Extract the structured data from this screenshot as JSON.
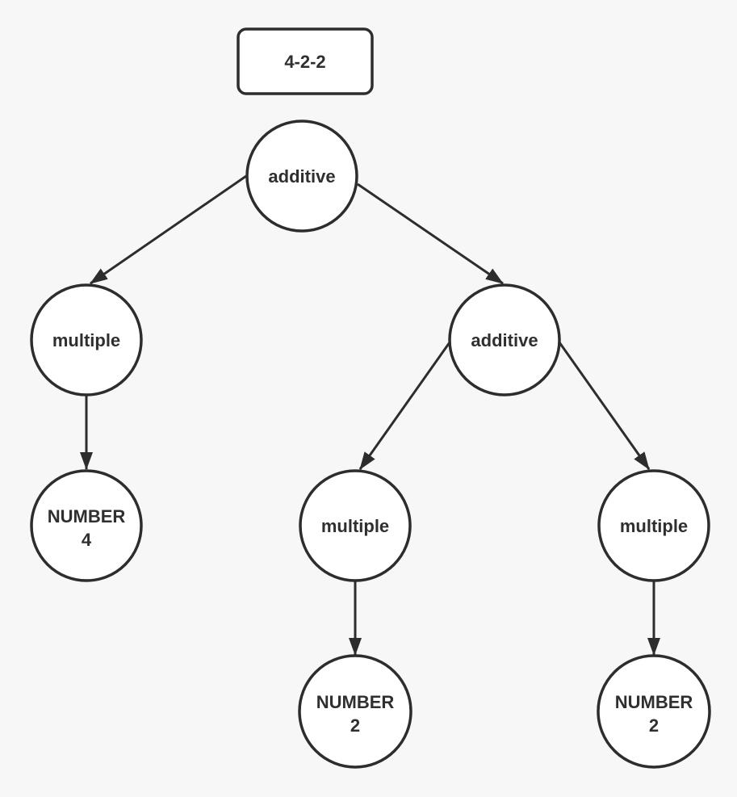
{
  "colors": {
    "background": "#f7f7f7",
    "stroke": "#2d2d2d",
    "node_fill": "#ffffff",
    "text": "#2f2f2f"
  },
  "tree": {
    "input": "4-2-2",
    "root": {
      "label": "additive",
      "children": [
        {
          "label": "multiple",
          "children": [
            {
              "label": "NUMBER",
              "value": "4"
            }
          ]
        },
        {
          "label": "additive",
          "children": [
            {
              "label": "multiple",
              "children": [
                {
                  "label": "NUMBER",
                  "value": "2"
                }
              ]
            },
            {
              "label": "multiple",
              "children": [
                {
                  "label": "NUMBER",
                  "value": "2"
                }
              ]
            }
          ]
        }
      ]
    }
  }
}
